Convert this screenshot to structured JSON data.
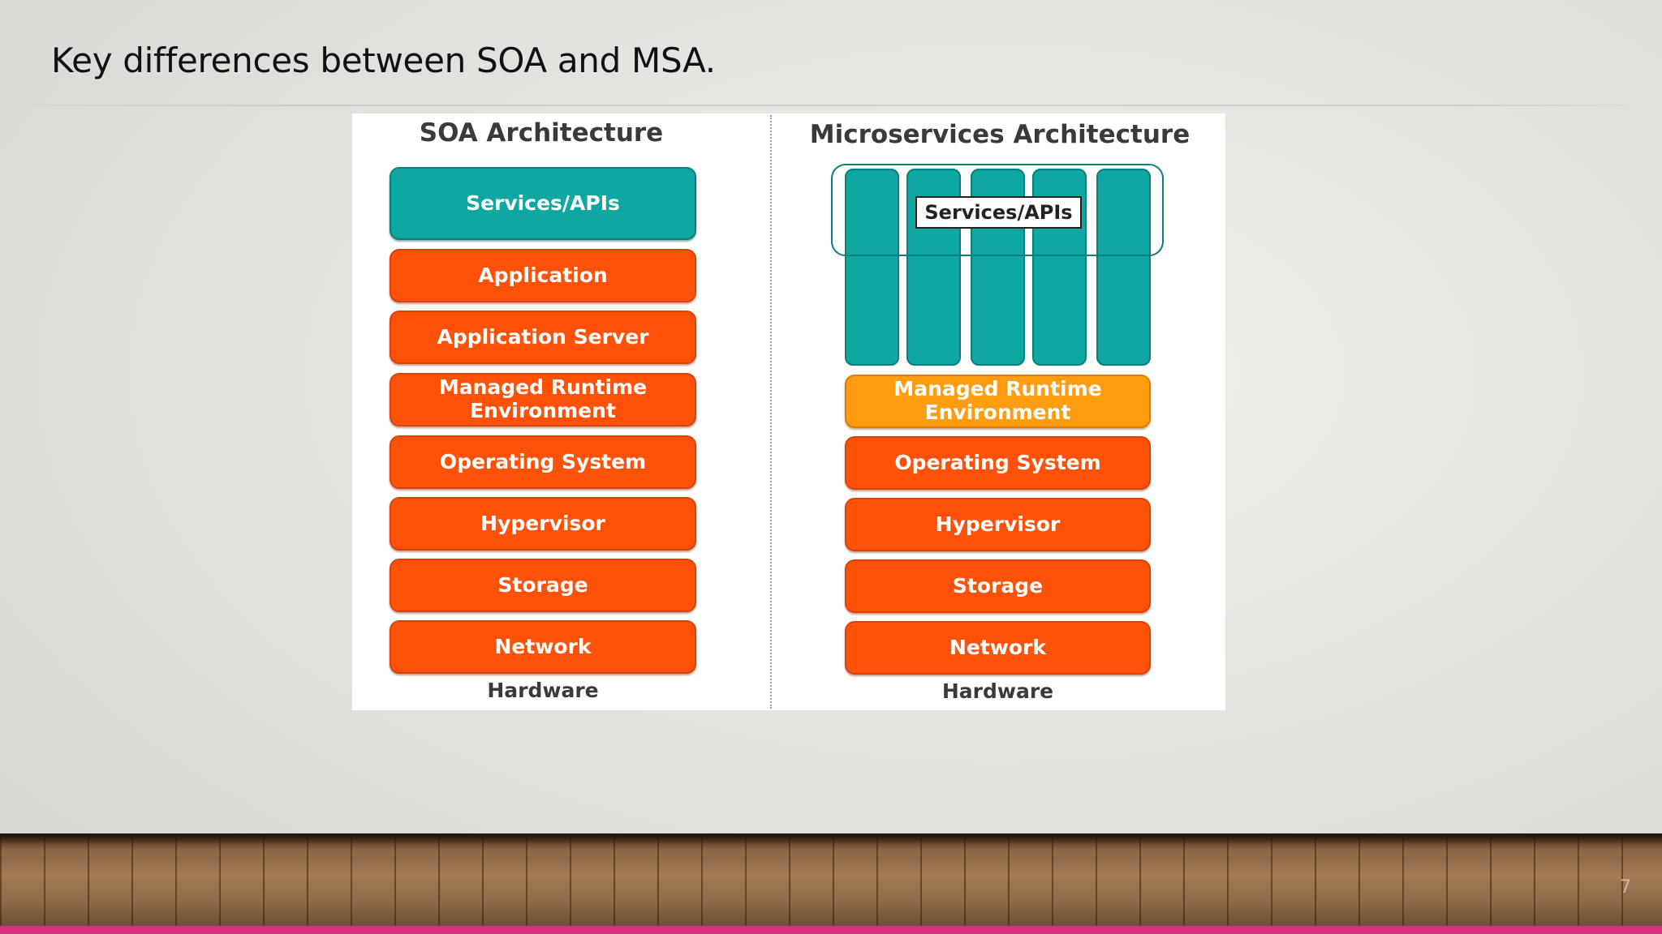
{
  "slide": {
    "title": "Key differences between SOA and MSA.",
    "page_number": "7"
  },
  "soa": {
    "title": "SOA Architecture",
    "layers": [
      {
        "label": "Services/APIs",
        "color": "#0ea7a1"
      },
      {
        "label": "Application",
        "color": "#ff5108"
      },
      {
        "label": "Application Server",
        "color": "#ff5108"
      },
      {
        "label": "Managed Runtime Environment",
        "color": "#ff5108"
      },
      {
        "label": "Operating System",
        "color": "#ff5108"
      },
      {
        "label": "Hypervisor",
        "color": "#ff5108"
      },
      {
        "label": "Storage",
        "color": "#ff5108"
      },
      {
        "label": "Network",
        "color": "#ff5108"
      }
    ],
    "footer": "Hardware"
  },
  "msa": {
    "title": "Microservices Architecture",
    "services_label": "Services/APIs",
    "layers": [
      {
        "label": "Managed Runtime Environment",
        "color": "#ff9c0f"
      },
      {
        "label": "Operating System",
        "color": "#ff5108"
      },
      {
        "label": "Hypervisor",
        "color": "#ff5108"
      },
      {
        "label": "Storage",
        "color": "#ff5108"
      },
      {
        "label": "Network",
        "color": "#ff5108"
      }
    ],
    "footer": "Hardware"
  }
}
